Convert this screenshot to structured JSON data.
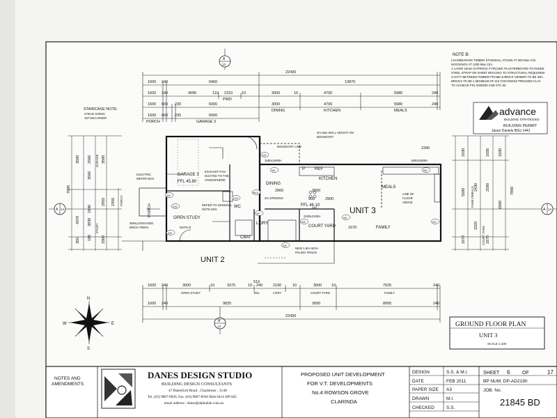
{
  "notes_b": {
    "title": "NOTE B:",
    "lines": [
      "LOADBEARING TIMBER STUDWALL STUDS AT 600 Max Ctrs.",
      "NOGGINGS AT 1200 Max Ctrs.",
      "1 LAYER 16mm GYPROCK FYRCHEK PLASTERBOARD TO INSIDE",
      "STEEL STRAP OR SHEET BRACING TO STRUCTURAL REQUIREM",
      "CAVITY BETWEEN TIMBER FRAME & BRICK VENEER TO BE 40m",
      "BRICKS TO BE A MINIMUM OF 110 THICKNESS PRESSED CLAY",
      "TO ACHIEVE FRL 60/60/60 AND STC 55"
    ]
  },
  "staircase_note": {
    "title": "STAIRCASE NOTE:",
    "line1": "270mm GOING",
    "line2": "187.5mm RISER"
  },
  "permit": {
    "brand": "advance",
    "sub": "BUILDING STRATEGIES",
    "permit": "BUILDING PERMIT",
    "name": "Jason Daniels BSU 1441"
  },
  "top_dims": {
    "overall": "22430",
    "row1": [
      "1600",
      "240",
      "6460",
      "13870"
    ],
    "row2": [
      "1600",
      "240",
      "4090",
      "110",
      "2310",
      "10",
      "3000",
      "10",
      "4700",
      "5980",
      "240"
    ],
    "row2_labels": [
      "PWD"
    ],
    "row3": [
      "1600",
      "600",
      "230",
      "6000",
      "3000",
      "4700",
      "5980",
      "240"
    ],
    "row3_labels": [
      "DINING",
      "KITCHEN",
      "MEALS"
    ],
    "row4": [
      "1600",
      "600",
      "230",
      "6000"
    ],
    "row4_labels": [
      "PORCH",
      "GARAGE 3"
    ]
  },
  "bottom_dims": {
    "row1": [
      "1600",
      "240",
      "3000",
      "10",
      "3375",
      "10",
      "240",
      "2190",
      "10",
      "3000",
      "10",
      "7525",
      "240"
    ],
    "row1_labels": [
      "OPEN STUDY",
      "Brw",
      "L'DRY",
      "COURT YARD",
      "FAMILY"
    ],
    "row1_extra": "510",
    "row2": [
      "1600",
      "240",
      "9825",
      "3000",
      "8005",
      "240"
    ],
    "overall": "22430"
  },
  "left_dims": [
    "3580",
    "3580",
    "7890",
    "4370",
    "3830",
    "1840",
    "2955",
    "1950",
    "180",
    "3300",
    "350",
    "2560",
    "3560"
  ],
  "left_labels": [
    "GARAGE",
    "PORCH",
    "STUDY"
  ],
  "right_dims": [
    "1830",
    "1830",
    "7890",
    "5580",
    "6960",
    "2430",
    "1670",
    "1670",
    "3320",
    "2590",
    "1830"
  ],
  "right_labels": [
    "FAMILY/MEALS",
    "COURT YARD"
  ],
  "rooms": {
    "garage": "GARAGE 3",
    "garage_ffl": "FFL 45.80",
    "dining": "DINING",
    "kitchen": "KITCHEN",
    "meals": "MEALS",
    "unit3": "UNIT 3",
    "ffl2": "FFL 46.10",
    "family": "FAMILY",
    "open_study": "OPEN STUDY",
    "porch": "PORCH",
    "ldry": "L'DRY",
    "court": "COURT YARD",
    "wc": "WC",
    "cbat": "CBAT",
    "unit2": "UNIT 2",
    "ref": "REF",
    "p": "P"
  },
  "annotations": {
    "exhaust": [
      "EXHAUST FAN",
      "DUCTED TO THE",
      "ATMOSPHERE"
    ],
    "meter": [
      "ELECTRIC",
      "METER BOX"
    ],
    "engaged": [
      "350sq ENGAGED",
      "BRICK PIERS"
    ],
    "general": [
      "REFER TO GENERAL",
      "NOTE 6KN"
    ],
    "wall": [
      "3m Max WALL HEIGHT ON",
      "BOUNDARY"
    ],
    "boundary": "BOUNDARY LINE",
    "floor_above": [
      "LINE OF",
      "FLOOR",
      "ABOVE"
    ],
    "opening": "2m OPENING",
    "window_top": "1800x1800H",
    "window_top2": "1800x1800H",
    "window_ct": "2100x2100H",
    "fence": [
      "NEW 1.8m HIGH",
      "PALING FENCE"
    ],
    "dim_2390": "2390",
    "dim_2900": "2900",
    "dim_3000": "3000",
    "dim_900": "900",
    "dim_2900b": "2900",
    "dim_1670": "1670",
    "note_b": "NOTE B",
    "sd": "S/D",
    "w1": "W1",
    "w2": "W2",
    "w3": "W3",
    "w4": "W4",
    "w5": "W5",
    "w6": "W6",
    "w7": "W7",
    "w8": "W8",
    "w9": "W9",
    "w10": "W10",
    "d01": "D01",
    "d02": "D02",
    "d03": "D03"
  },
  "section_marks": {
    "left": "A",
    "left_no": "14",
    "right": "A",
    "right_no": "14",
    "top": "A",
    "top_no": "13",
    "bottom": "A",
    "bottom_no": "13"
  },
  "compass": {
    "n": "N",
    "s": "S",
    "e": "E",
    "w": "W"
  },
  "plan_title": {
    "title": "GROUND FLOOR PLAN",
    "sub": "UNIT 3",
    "scale": "SCALE 1:100"
  },
  "title_block": {
    "notes": "NOTES AND",
    "amend": "AMENDMENTS",
    "studio": "DANES DESIGN STUDIO",
    "consult": "BUILDING DESIGN CONSULTANTS",
    "address": "47 Batesford Road , Chadstone , 3148",
    "tel": "Tel. (03) 9807-8926, Fax. (03) 9807-8936 Mob 0414 499 845",
    "email": "email address:- danes@alphalink.com.au",
    "project1": "PROPOSED UNIT DEVELOPMENT",
    "project2": "FOR V.T. DEVELOPMENTS",
    "project3": "No.4 ROWSON GROVE",
    "project4": "CLARINDA",
    "design_l": "DESIGN",
    "design_v": "S.S. & M.I.",
    "date_l": "DATE",
    "date_v": "FEB 2011",
    "paper_l": "PAPER SIZE",
    "paper_v": "A3",
    "drawn_l": "DRAWN",
    "drawn_v": "M.I.",
    "checked_l": "CHECKED",
    "checked_v": "S.S.",
    "sheet_l": "SHEET",
    "sheet_v": "6",
    "of_l": "OF",
    "of_v": "17",
    "bp": "BP NUM. DP-AD2190",
    "job_l": "JOB. No.",
    "job_v": "21845 BD"
  }
}
